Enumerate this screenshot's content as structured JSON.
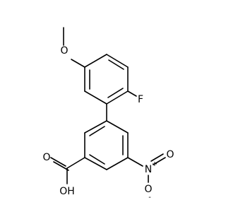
{
  "diagram": {
    "type": "chemical-structure",
    "atoms": {
      "methoxy_o": "O",
      "fluorine": "F",
      "nitro_n": "N",
      "nitro_o_double": "O",
      "nitro_o_single": "O",
      "acid_o_double": "O",
      "acid_oh": "OH"
    },
    "charges": {
      "nitro_n": "+",
      "nitro_o_single": "-"
    }
  }
}
